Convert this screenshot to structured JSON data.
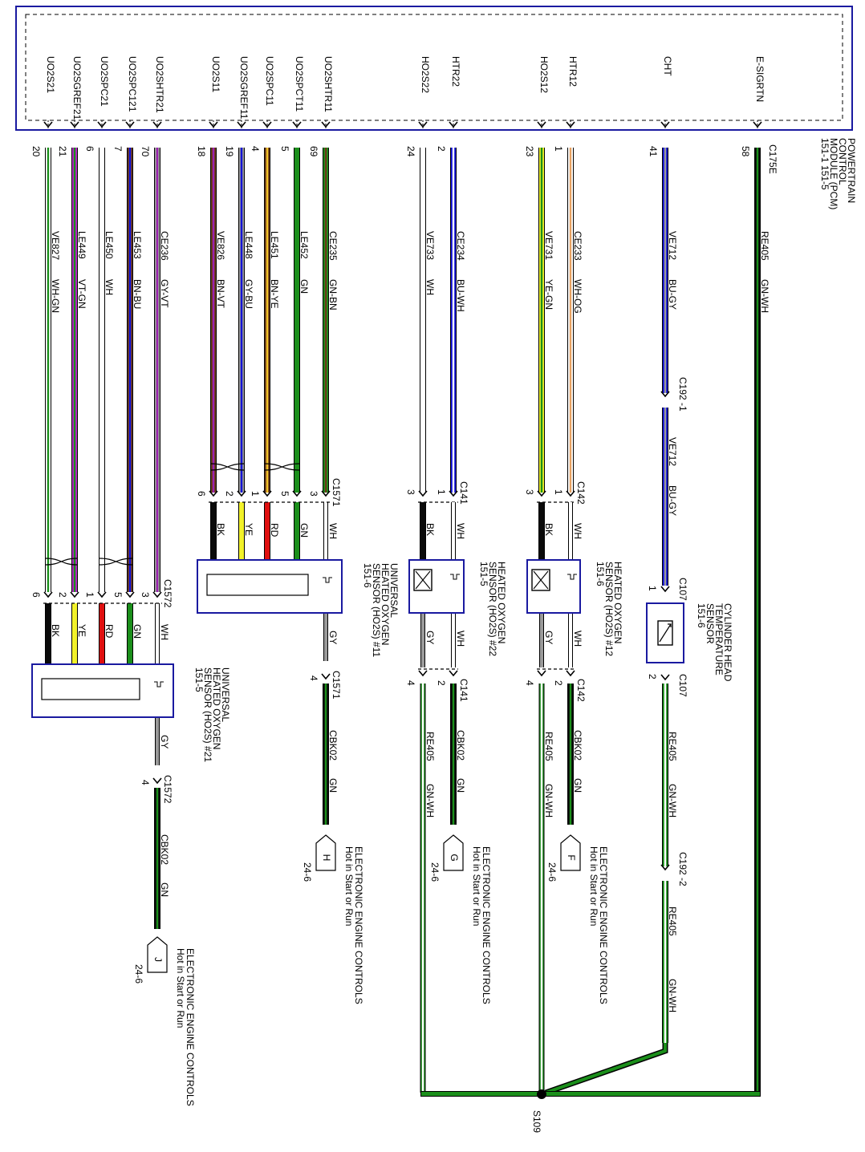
{
  "pcm": {
    "title_lines": [
      "POWERTRAIN",
      "CONTROL",
      "MODULE (PCM)",
      "151-1   151-5"
    ],
    "connector": "C175E"
  },
  "circuits": [
    {
      "id": "esigrtn",
      "pcm_label": "E-SIGRTN",
      "pin": "58",
      "code": "RE405",
      "color_text": "GN-WH",
      "colors": [
        "#0a0a0a",
        "#1b8f1b"
      ]
    },
    {
      "id": "cht",
      "pcm_label": "CHT",
      "pin": "41",
      "code": "VE712",
      "color_text": "BU-GY",
      "colors": [
        "#1414d8",
        "#9a9a9a"
      ]
    },
    {
      "id": "htr12",
      "pcm_label": "HTR12",
      "pin": "1",
      "code": "CE233",
      "color_text": "WH-OG",
      "colors": [
        "#ffffff",
        "#e6a060"
      ]
    },
    {
      "id": "ho2s12",
      "pcm_label": "HO2S12",
      "pin": "23",
      "code": "VE731",
      "color_text": "YE-GN",
      "colors": [
        "#f2f22a",
        "#1b8f1b"
      ]
    },
    {
      "id": "htr22",
      "pcm_label": "HTR22",
      "pin": "2",
      "code": "CE234",
      "color_text": "BU-WH",
      "colors": [
        "#1414d8",
        "#ffffff"
      ]
    },
    {
      "id": "ho2s22",
      "pcm_label": "HO2S22",
      "pin": "24",
      "code": "VE733",
      "color_text": "WH",
      "colors": [
        "#ffffff"
      ]
    },
    {
      "id": "uo2shtr11",
      "pcm_label": "UO2SHTR11",
      "pin": "69",
      "code": "CE235",
      "color_text": "GN-BN",
      "colors": [
        "#1b8f1b",
        "#6b3a1a"
      ]
    },
    {
      "id": "uo2spct11",
      "pcm_label": "UO2SPCT11",
      "pin": "5",
      "code": "LE452",
      "color_text": "GN",
      "colors": [
        "#1b8f1b"
      ]
    },
    {
      "id": "uo2spc11",
      "pcm_label": "UO2SPC11",
      "pin": "4",
      "code": "LE451",
      "color_text": "BN-YE",
      "colors": [
        "#6b3a1a",
        "#f2c42a"
      ]
    },
    {
      "id": "uo2sgref11",
      "pcm_label": "UO2SGREF11",
      "pin": "19",
      "code": "LE448",
      "color_text": "GY-BU",
      "colors": [
        "#9a9a9a",
        "#1414d8"
      ]
    },
    {
      "id": "uo2s11",
      "pcm_label": "UO2S11",
      "pin": "18",
      "code": "VE826",
      "color_text": "BN-VT",
      "colors": [
        "#6b3a1a",
        "#9b20b0"
      ]
    },
    {
      "id": "uo2shtr21",
      "pcm_label": "UO2SHTR21",
      "pin": "70",
      "code": "CE236",
      "color_text": "GY-VT",
      "colors": [
        "#9a9a9a",
        "#9b20b0"
      ]
    },
    {
      "id": "uo2spc121",
      "pcm_label": "UO2SPC121",
      "pin": "7",
      "code": "LE453",
      "color_text": "BN-BU",
      "colors": [
        "#6b3a1a",
        "#1414d8"
      ]
    },
    {
      "id": "uo2spc21",
      "pcm_label": "UO2SPC21",
      "pin": "6",
      "code": "LE450",
      "color_text": "WH",
      "colors": [
        "#ffffff"
      ]
    },
    {
      "id": "uo2sgref21",
      "pcm_label": "UO2SGREF21",
      "pin": "21",
      "code": "LE449",
      "color_text": "VT-GN",
      "colors": [
        "#c020d0",
        "#1b8f1b"
      ]
    },
    {
      "id": "uo2s21",
      "pcm_label": "UO2S21",
      "pin": "20",
      "code": "VE827",
      "color_text": "WH-GN",
      "colors": [
        "#ffffff",
        "#1b8f1b"
      ]
    }
  ],
  "cht_sensor": {
    "label_lines": [
      "CYLINDER HEAD",
      "TEMPERATURE",
      "SENSOR",
      "151-6"
    ],
    "connector_top": "C107",
    "connector_bottom": "C107",
    "inline_connector_1": "C192 -1",
    "inline_connector_2": "C192 -2",
    "pin_top": "1",
    "pin_bottom": "2",
    "ground_code": "RE405",
    "ground_color_text": "GN-WH"
  },
  "ho2s12": {
    "label_lines": [
      "HEATED OXYGEN",
      "SENSOR (HO2S) #12",
      "151-6"
    ],
    "connector": "C142",
    "pins_top": [
      "3",
      "1"
    ],
    "leads_top": [
      "BK",
      "WH"
    ],
    "pins_bottom": [
      "4",
      "2"
    ],
    "leads_bottom": [
      "GY",
      "WH"
    ]
  },
  "ho2s22": {
    "label_lines": [
      "HEATED OXYGEN",
      "SENSOR (HO2S) #22",
      "151-5"
    ],
    "connector": "C141",
    "pins_top": [
      "3",
      "1"
    ],
    "leads_top": [
      "BK",
      "WH"
    ],
    "pins_bottom": [
      "4",
      "2"
    ],
    "leads_bottom": [
      "GY",
      "WH"
    ]
  },
  "uho2s11": {
    "label_lines": [
      "UNIVERSAL",
      "HEATED OXYGEN",
      "SENSOR (HO2S) #11",
      "151-6"
    ],
    "connector": "C1571",
    "pins": [
      "6",
      "2",
      "1",
      "5",
      "3"
    ],
    "leads": [
      "BK",
      "YE",
      "RD",
      "GN",
      "WH"
    ],
    "out_lead": "GY",
    "out_pin": "4"
  },
  "uho2s21": {
    "label_lines": [
      "UNIVERSAL",
      "HEATED OXYGEN",
      "SENSOR (HO2S) #21",
      "151-5"
    ],
    "connector": "C1572",
    "pins": [
      "6",
      "2",
      "1",
      "5",
      "3"
    ],
    "leads": [
      "BK",
      "YE",
      "RD",
      "GN",
      "WH"
    ],
    "out_lead": "GY",
    "out_pin": "4"
  },
  "power_feeds": [
    {
      "letter": "F",
      "connector": "C142",
      "pin": "2",
      "code": "CBK02",
      "color_text": "GN",
      "text_lines": [
        "ELECTRONIC ENGINE CONTROLS",
        "Hot in Start or Run"
      ],
      "ref": "24-6"
    },
    {
      "letter": "G",
      "connector": "C141",
      "pin": "2",
      "code": "CBK02",
      "color_text": "GN",
      "text_lines": [
        "ELECTRONIC ENGINE CONTROLS",
        "Hot in Start or Run"
      ],
      "ref": "24-6"
    },
    {
      "letter": "H",
      "connector": "C1571",
      "pin": "4",
      "code": "CBK02",
      "color_text": "GN",
      "text_lines": [
        "ELECTRONIC ENGINE CONTROLS",
        "Hot in Start or Run"
      ],
      "ref": "24-6"
    },
    {
      "letter": "J",
      "connector": "C1572",
      "pin": "4",
      "code": "CBK02",
      "color_text": "GN",
      "text_lines": [
        "ELECTRONIC ENGINE CONTROLS",
        "Hot in Start or Run"
      ],
      "ref": "24-6"
    }
  ],
  "ground_returns": [
    {
      "code": "RE405",
      "color_text": "GN-WH"
    },
    {
      "code": "RE405",
      "color_text": "GN-WH"
    }
  ],
  "splice": {
    "label": "S109"
  },
  "colors": {
    "frame": "#1a1aa0",
    "sensor_box": "#1a1aa0",
    "wire_outline": "#000000"
  }
}
